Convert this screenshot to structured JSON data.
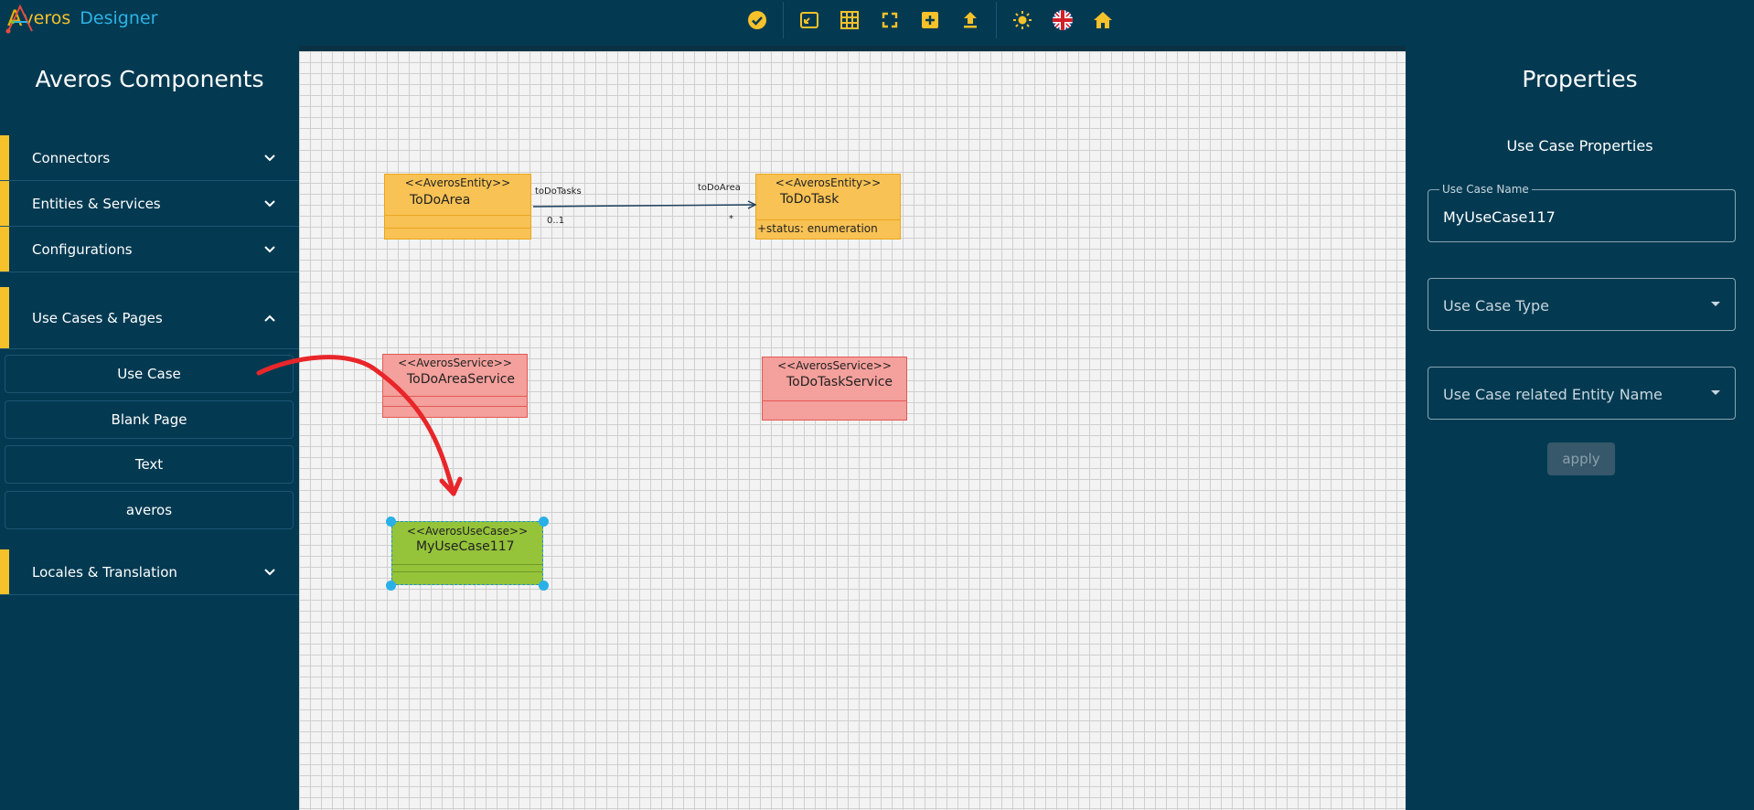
{
  "app": {
    "logo_a": "A",
    "logo_veros": "veros",
    "logo_designer": "Designer"
  },
  "toolbar": {
    "icons": [
      "check-circle-icon",
      "picture-in-picture-icon",
      "grid-icon",
      "fullscreen-icon",
      "add-box-icon",
      "upload-icon",
      "brightness-icon",
      "uk-flag-icon",
      "home-icon"
    ],
    "accent": "#f6c12a"
  },
  "sidebar": {
    "title": "Averos Components",
    "sections": [
      {
        "label": "Connectors",
        "expanded": false
      },
      {
        "label": "Entities & Services",
        "expanded": false
      },
      {
        "label": "Configurations",
        "expanded": false
      },
      {
        "label": "Use Cases & Pages",
        "expanded": true
      },
      {
        "label": "Locales & Translation",
        "expanded": false
      }
    ],
    "use_case_items": [
      "Use Case",
      "Blank Page",
      "Text",
      "averos"
    ]
  },
  "canvas": {
    "nodes": {
      "todo_area": {
        "stereotype": "<<AverosEntity>>",
        "name": "ToDoArea",
        "attribute": ""
      },
      "todo_task": {
        "stereotype": "<<AverosEntity>>",
        "name": "ToDoTask",
        "attribute": "+status: enumeration"
      },
      "todo_area_service": {
        "stereotype": "<<AverosService>>",
        "name": "ToDoAreaService"
      },
      "todo_task_service": {
        "stereotype": "<<AverosService>>",
        "name": "ToDoTaskService"
      },
      "use_case": {
        "stereotype": "<<AverosUseCase>>",
        "name": "MyUseCase117"
      }
    },
    "connector": {
      "source_role": "toDoTasks",
      "target_role": "toDoArea",
      "source_mult": "0..1",
      "target_mult": "*"
    },
    "colors": {
      "entity": "#f8c254",
      "service": "#f4a09c",
      "usecase": "#95c33a",
      "arrow": "#e8262a"
    }
  },
  "properties": {
    "title": "Properties",
    "subtitle": "Use Case Properties",
    "use_case_name_label": "Use Case Name",
    "use_case_name_value": "MyUseCase117",
    "use_case_type_placeholder": "Use Case Type",
    "entity_name_placeholder": "Use Case related Entity Name",
    "apply_label": "apply"
  }
}
